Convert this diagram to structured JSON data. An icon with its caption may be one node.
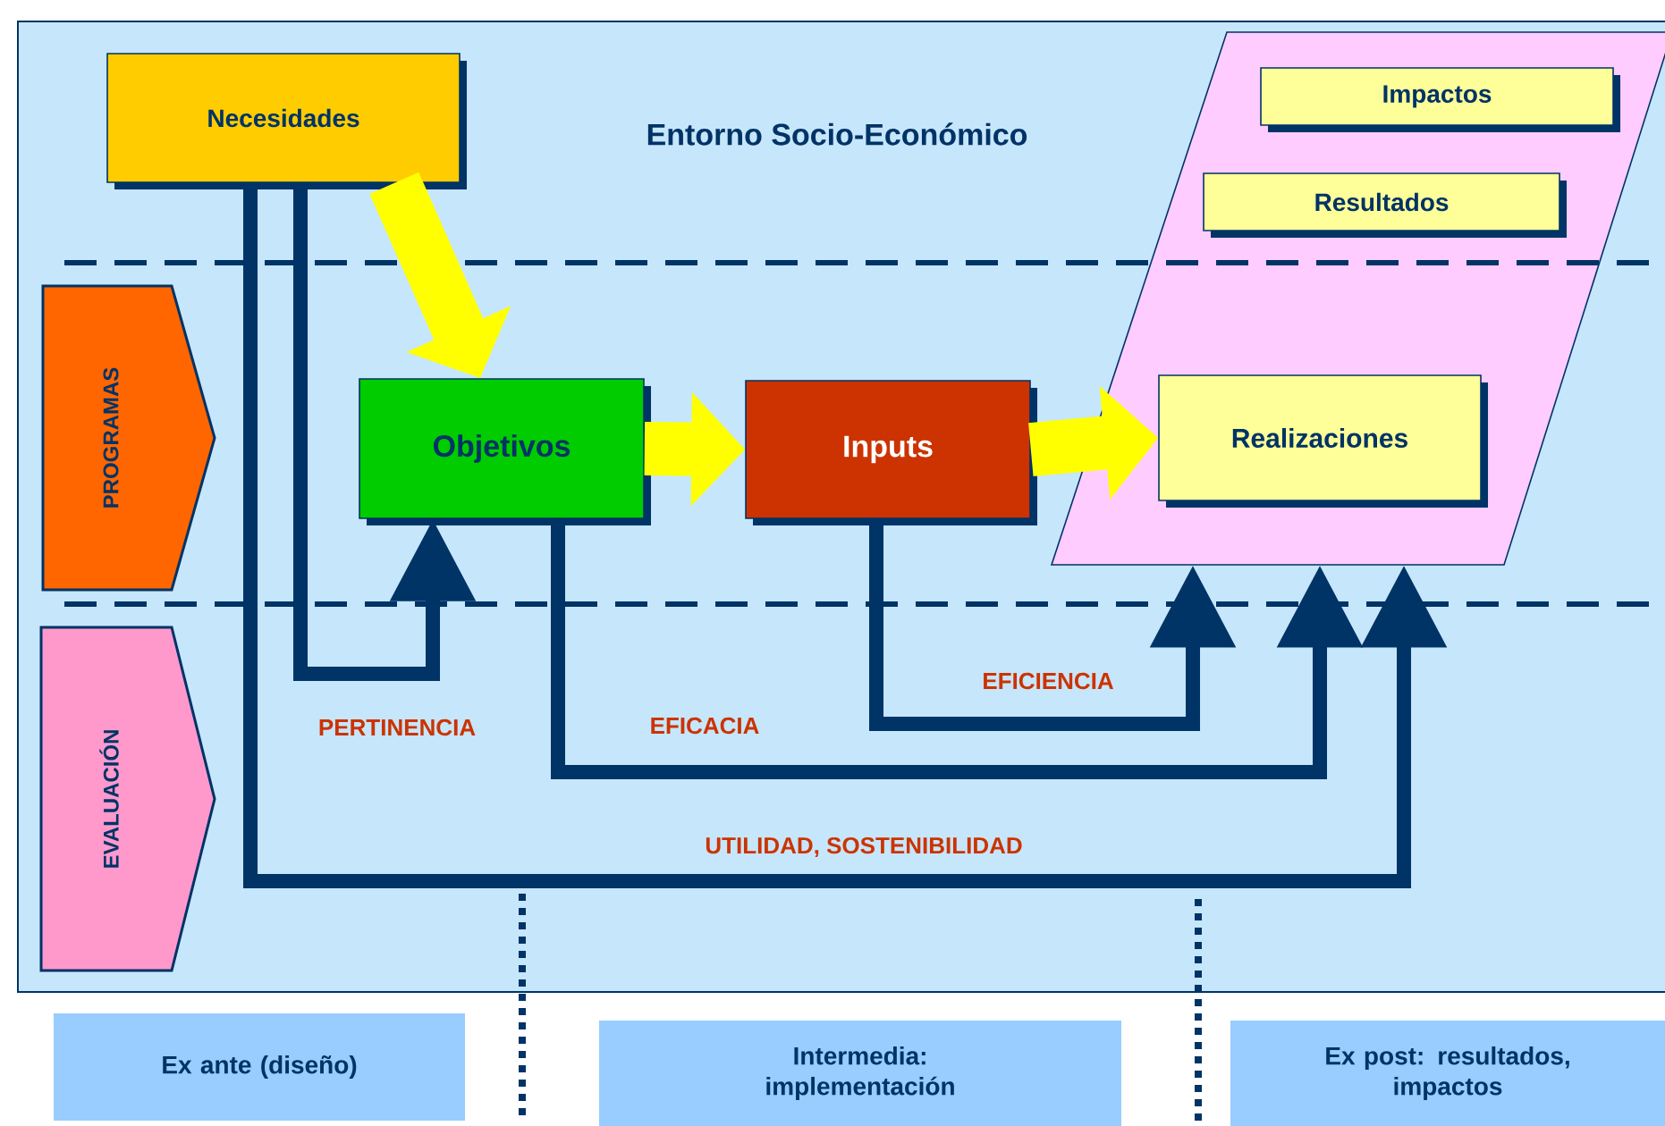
{
  "diagram": {
    "nodes": [
      {
        "text": [
          "Necesidades"
        ]
      },
      {
        "text": [],
        "shape": "parallelogram"
      },
      {
        "text": [
          "Impactos"
        ],
        "in": 1
      },
      {
        "text": [
          "Resultados"
        ],
        "in": 1
      },
      {
        "text": [
          "PROGRAMAS"
        ]
      },
      {
        "text": [
          "Objetivos"
        ]
      },
      {
        "text": [
          "Inputs"
        ]
      },
      {
        "text": [
          "Realizaciones"
        ],
        "in": 1
      },
      {
        "text": [
          "EVALUACIÓN"
        ]
      },
      {
        "text": [
          "Ex ante (diseño)"
        ]
      },
      {
        "text": [
          "Intermedia: implementación"
        ]
      },
      {
        "text": [
          "Ex post: resultados, impactos"
        ]
      }
    ],
    "edges": [
      {
        "from": 0,
        "to": 5,
        "arrow": "to",
        "style": "thick",
        "color": "#ffff00"
      },
      {
        "from": 5,
        "to": 6,
        "arrow": "to",
        "style": "thick",
        "color": "#ffff00"
      },
      {
        "from": 6,
        "to": 7,
        "arrow": "to",
        "style": "thick",
        "color": "#ffff00"
      },
      {
        "from": 0,
        "to": 5,
        "arrow": "to",
        "label": "PERTINENCIA"
      },
      {
        "from": 0,
        "to": 1,
        "arrow": "to",
        "label": "UTILIDAD, SOSTENIBILIDAD"
      },
      {
        "from": 5,
        "to": 1,
        "arrow": "to",
        "label": "EFICACIA"
      },
      {
        "from": 6,
        "to": 1,
        "arrow": "to",
        "label": "EFICIENCIA"
      }
    ],
    "labels": [
      "Entorno Socio-Económico"
    ]
  }
}
